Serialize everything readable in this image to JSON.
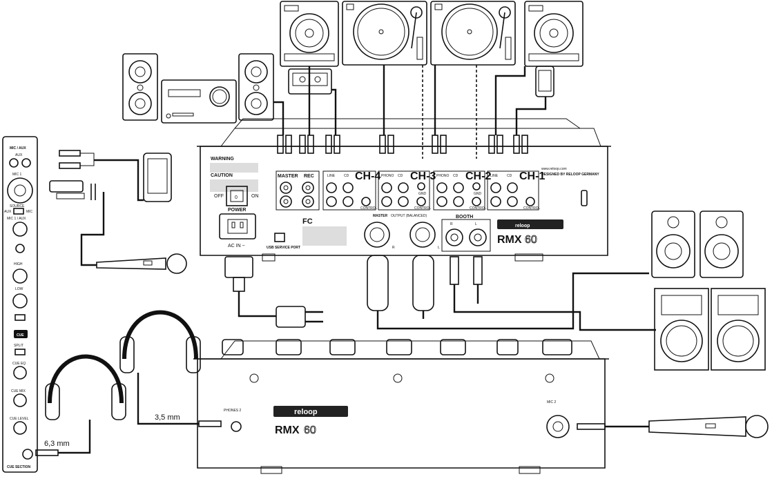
{
  "rear_panel": {
    "warning": "WARNING",
    "caution": "CAUTION",
    "master_label": "MASTER",
    "rec_label": "REC",
    "ch4": "CH-4",
    "ch3": "CH-3",
    "ch2": "CH-2",
    "ch1": "CH-1",
    "line": "LINE",
    "cd": "CD",
    "phono": "PHONO",
    "control": "CONTROL",
    "gnd": "GND",
    "off": "OFF",
    "on": "ON",
    "power": "POWER",
    "ac_in": "AC IN ~",
    "usb": "USB SERVICE PORT",
    "fc": "FC",
    "master_output": "MASTER",
    "output_balanced": "OUTPUT (BALANCED)",
    "booth": "BOOTH",
    "r": "R",
    "l": "L",
    "website": "www.reloop.com",
    "designed": "DESIGNED BY RELOOP GERMANY",
    "brand": "reloop",
    "model_a": "RMX",
    "model_b": "60"
  },
  "front_panel": {
    "phones2": "PHONES 2",
    "mic2": "MIC 2",
    "brand": "reloop",
    "model_a": "RMX",
    "model_b": "60"
  },
  "side_panel": {
    "mic_aux": "MIC / AUX",
    "aux": "AUX",
    "mic1": "MIC 1",
    "source": "SOURCE",
    "aux_short": "AUX",
    "mic_short": "MIC",
    "mic_aux_level": "MIC 1 / AUX",
    "high": "HIGH",
    "low": "LOW",
    "cue": "CUE",
    "split": "SPLIT",
    "cue_eq": "CUE EQ",
    "cue_mix": "CUE MIX",
    "cue_level": "CUE LEVEL",
    "cue_section": "CUE SECTION"
  },
  "annotations": {
    "jack_35": "3,5 mm",
    "jack_63": "6,3 mm"
  }
}
